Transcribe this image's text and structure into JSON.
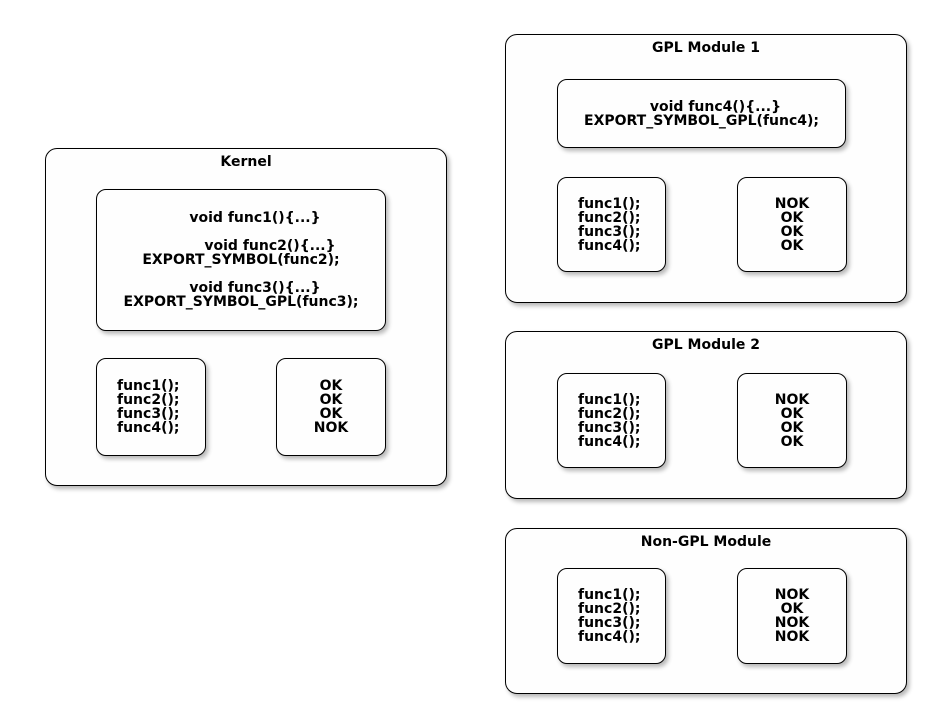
{
  "colors": {
    "background": "#ffffff",
    "box_fill": "#fefefe",
    "border": "#000000",
    "text": "#000000",
    "shadow": "#b8b8b8"
  },
  "diagram": {
    "groups": [
      {
        "title": "Kernel",
        "code_lines": [
          "void func1(){...}",
          "",
          "void func2(){...}",
          "EXPORT_SYMBOL(func2);",
          "",
          "void func3(){...}",
          "EXPORT_SYMBOL_GPL(func3);"
        ],
        "calls": [
          "func1();",
          "func2();",
          "func3();",
          "func4();"
        ],
        "results": [
          "OK",
          "OK",
          "OK",
          "NOK"
        ]
      },
      {
        "title": "GPL Module 1",
        "code_lines": [
          "void func4(){...}",
          "EXPORT_SYMBOL_GPL(func4);"
        ],
        "calls": [
          "func1();",
          "func2();",
          "func3();",
          "func4();"
        ],
        "results": [
          "NOK",
          "OK",
          "OK",
          "OK"
        ]
      },
      {
        "title": "GPL Module 2",
        "code_lines": [],
        "calls": [
          "func1();",
          "func2();",
          "func3();",
          "func4();"
        ],
        "results": [
          "NOK",
          "OK",
          "OK",
          "OK"
        ]
      },
      {
        "title": "Non-GPL Module",
        "code_lines": [],
        "calls": [
          "func1();",
          "func2();",
          "func3();",
          "func4();"
        ],
        "results": [
          "NOK",
          "OK",
          "NOK",
          "NOK"
        ]
      }
    ]
  }
}
